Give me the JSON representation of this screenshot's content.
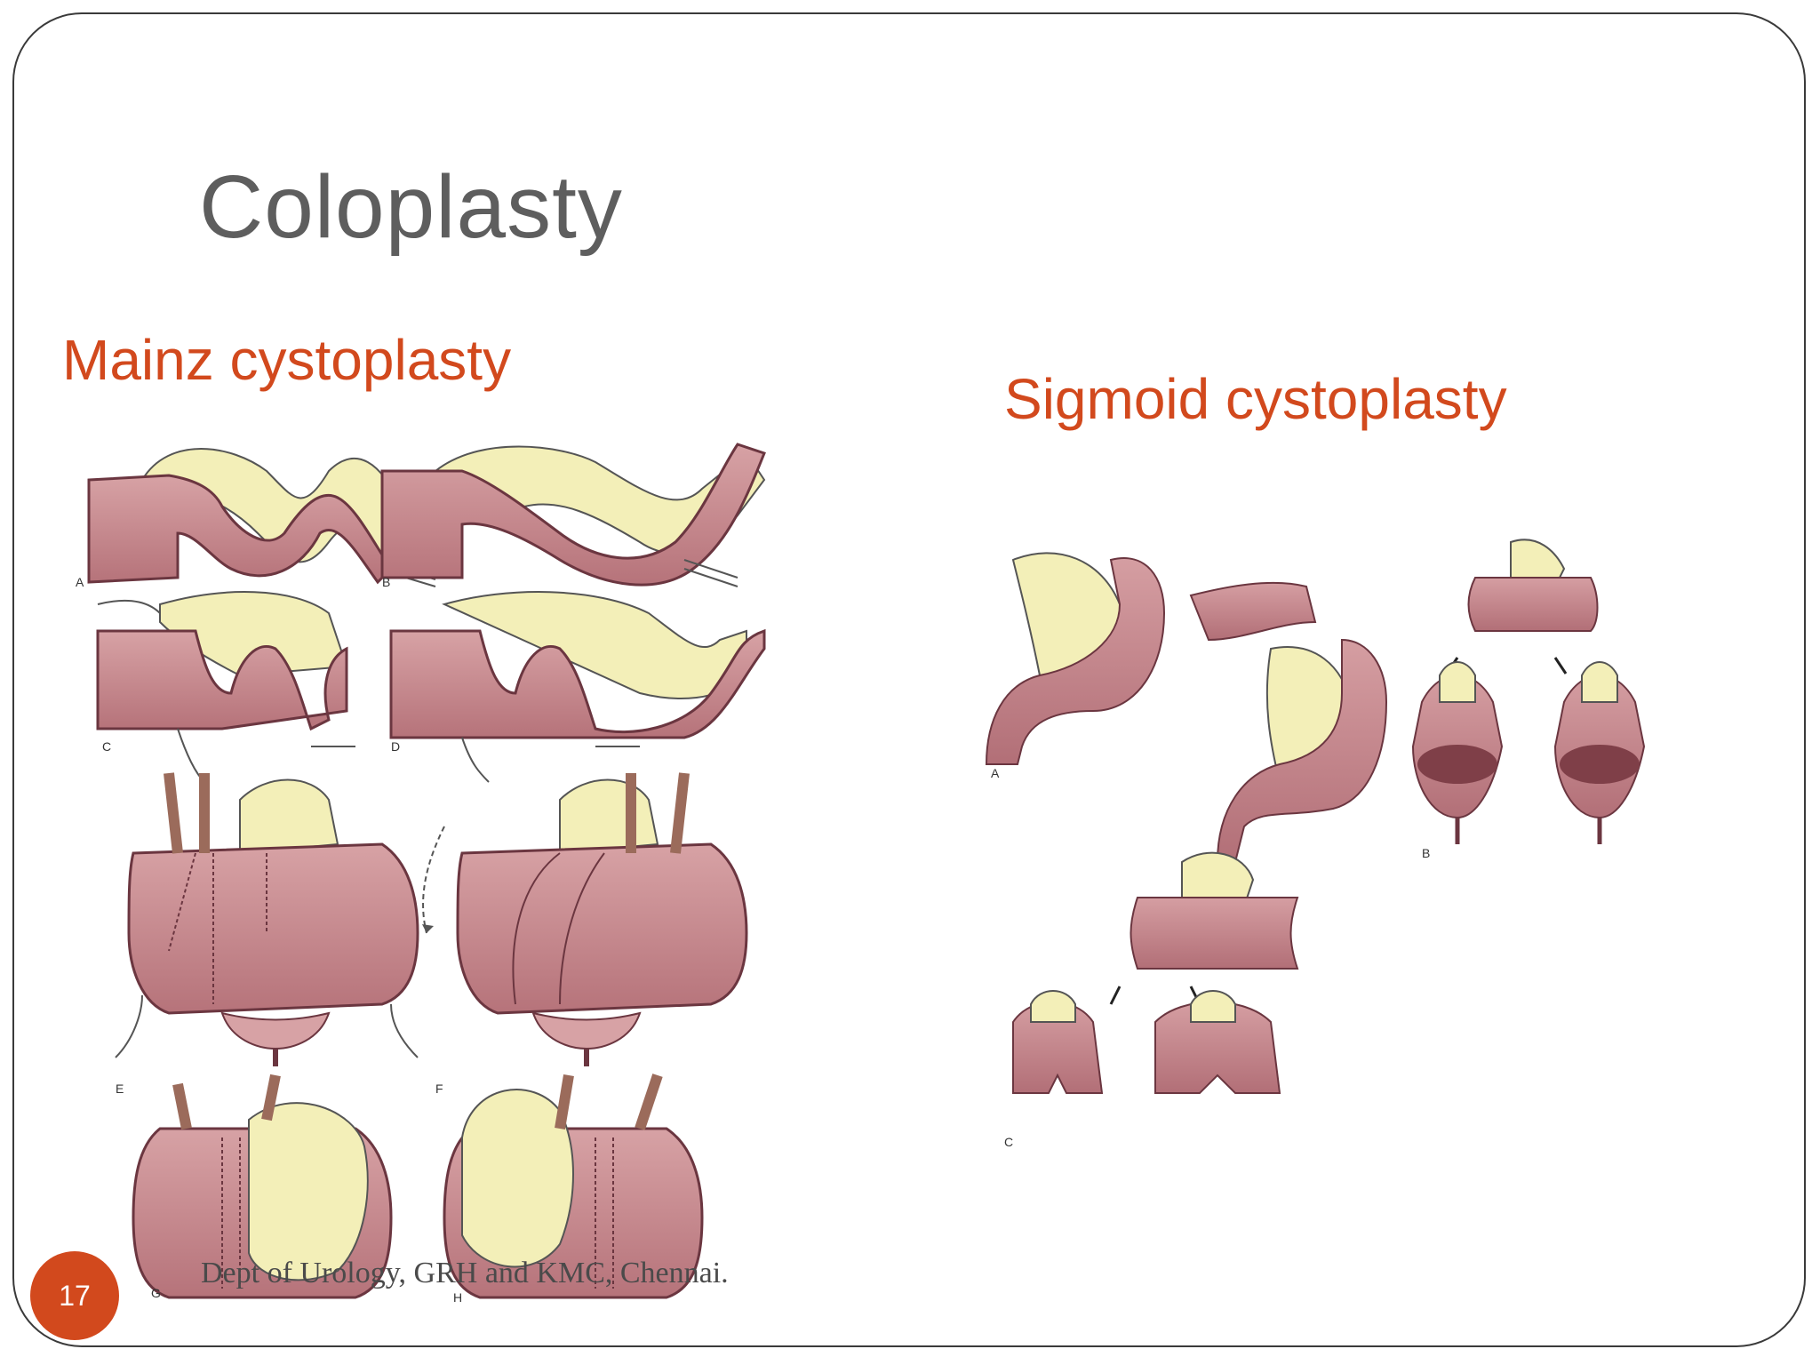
{
  "slide": {
    "title": "Coloplasty",
    "number": "17",
    "footer": "Dept of Urology, GRH and KMC, Chennai."
  },
  "left_panel": {
    "heading": "Mainz cystoplasty",
    "labels": [
      "A",
      "B",
      "C",
      "D",
      "E",
      "F",
      "G",
      "H"
    ]
  },
  "right_panel": {
    "heading": "Sigmoid cystoplasty",
    "labels": [
      "A",
      "B",
      "C"
    ]
  },
  "colors": {
    "accent": "#d2491d",
    "title": "#5e5e5e",
    "bowel": "#c98a8f",
    "bowel_dark": "#7f3f48",
    "mesentery": "#f3efb8"
  }
}
